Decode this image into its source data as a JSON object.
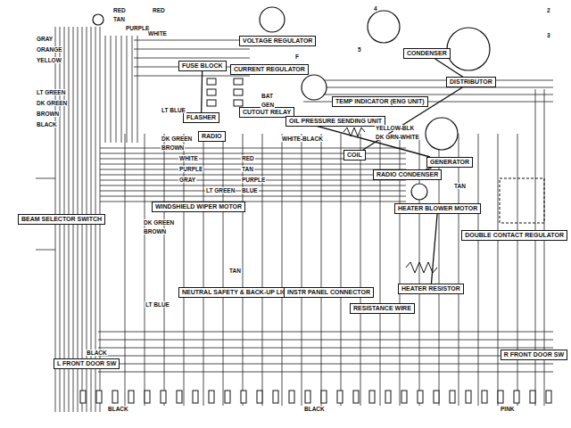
{
  "diagram": {
    "nodes": [
      {
        "text": [
          "FUSE BLOCK"
        ]
      },
      {
        "text": [
          "FLASHER"
        ]
      },
      {
        "text": [
          "RADIO"
        ]
      },
      {
        "text": [
          "VOLTAGE REGULATOR"
        ]
      },
      {
        "text": [
          "CURRENT REGULATOR"
        ]
      },
      {
        "text": [
          "CUTOUT RELAY"
        ]
      },
      {
        "text": [
          "OIL PRESSURE SENDING UNIT"
        ]
      },
      {
        "text": [
          "TEMP INDICATOR (ENG UNIT)"
        ]
      },
      {
        "text": [
          "COIL"
        ]
      },
      {
        "text": [
          "CONDENSER"
        ]
      },
      {
        "text": [
          "DISTRIBUTOR"
        ]
      },
      {
        "text": [
          "GENERATOR"
        ]
      },
      {
        "text": [
          "RADIO CONDENSER"
        ]
      },
      {
        "text": [
          "HEATER BLOWER MOTOR"
        ]
      },
      {
        "text": [
          "WINDSHIELD WIPER MOTOR"
        ]
      },
      {
        "text": [
          "DOUBLE CONTACT REGULATOR"
        ]
      },
      {
        "text": [
          "BEAM SELECTOR SWITCH"
        ]
      },
      {
        "text": [
          "NEUTRAL SAFETY & BACK-UP LIGHT SWITCH"
        ]
      },
      {
        "text": [
          "INSTR PANEL CONNECTOR"
        ]
      },
      {
        "text": [
          "RESISTANCE WIRE"
        ]
      },
      {
        "text": [
          "HEATER RESISTOR"
        ]
      },
      {
        "text": [
          "L FRONT DOOR SW"
        ]
      },
      {
        "text": [
          "R FRONT DOOR SW"
        ]
      }
    ],
    "edges": [
      {
        "from": 0,
        "to": 1,
        "arrow": "none"
      },
      {
        "from": 8,
        "to": 10,
        "arrow": "none"
      },
      {
        "from": 9,
        "to": 10,
        "arrow": "none"
      },
      {
        "from": 11,
        "to": 5,
        "arrow": "none"
      },
      {
        "from": 12,
        "to": 11,
        "arrow": "none"
      },
      {
        "from": 20,
        "to": 13,
        "arrow": "none"
      }
    ],
    "labels": [
      "RED",
      "RED",
      "TAN",
      "PURPLE",
      "WHITE",
      "GRAY",
      "ORANGE",
      "YELLOW",
      "LT GREEN",
      "DK GREEN",
      "BROWN",
      "BLACK",
      "DK GREEN",
      "WHITE-BLACK",
      "BROWN",
      "WHITE",
      "PURPLE",
      "GRAY",
      "LT GREEN",
      "RED",
      "TAN",
      "PURPLE",
      "BLUE",
      "DK GREEN",
      "BROWN",
      "LT BLUE",
      "YELLOW-BLK",
      "DK GRN-WHITE",
      "TAN",
      "BLACK",
      "BLACK",
      "PINK",
      "4",
      "5",
      "2",
      "3",
      "BAT",
      "GEN",
      "F",
      "LT BLUE",
      "TAN",
      "BLACK"
    ]
  }
}
